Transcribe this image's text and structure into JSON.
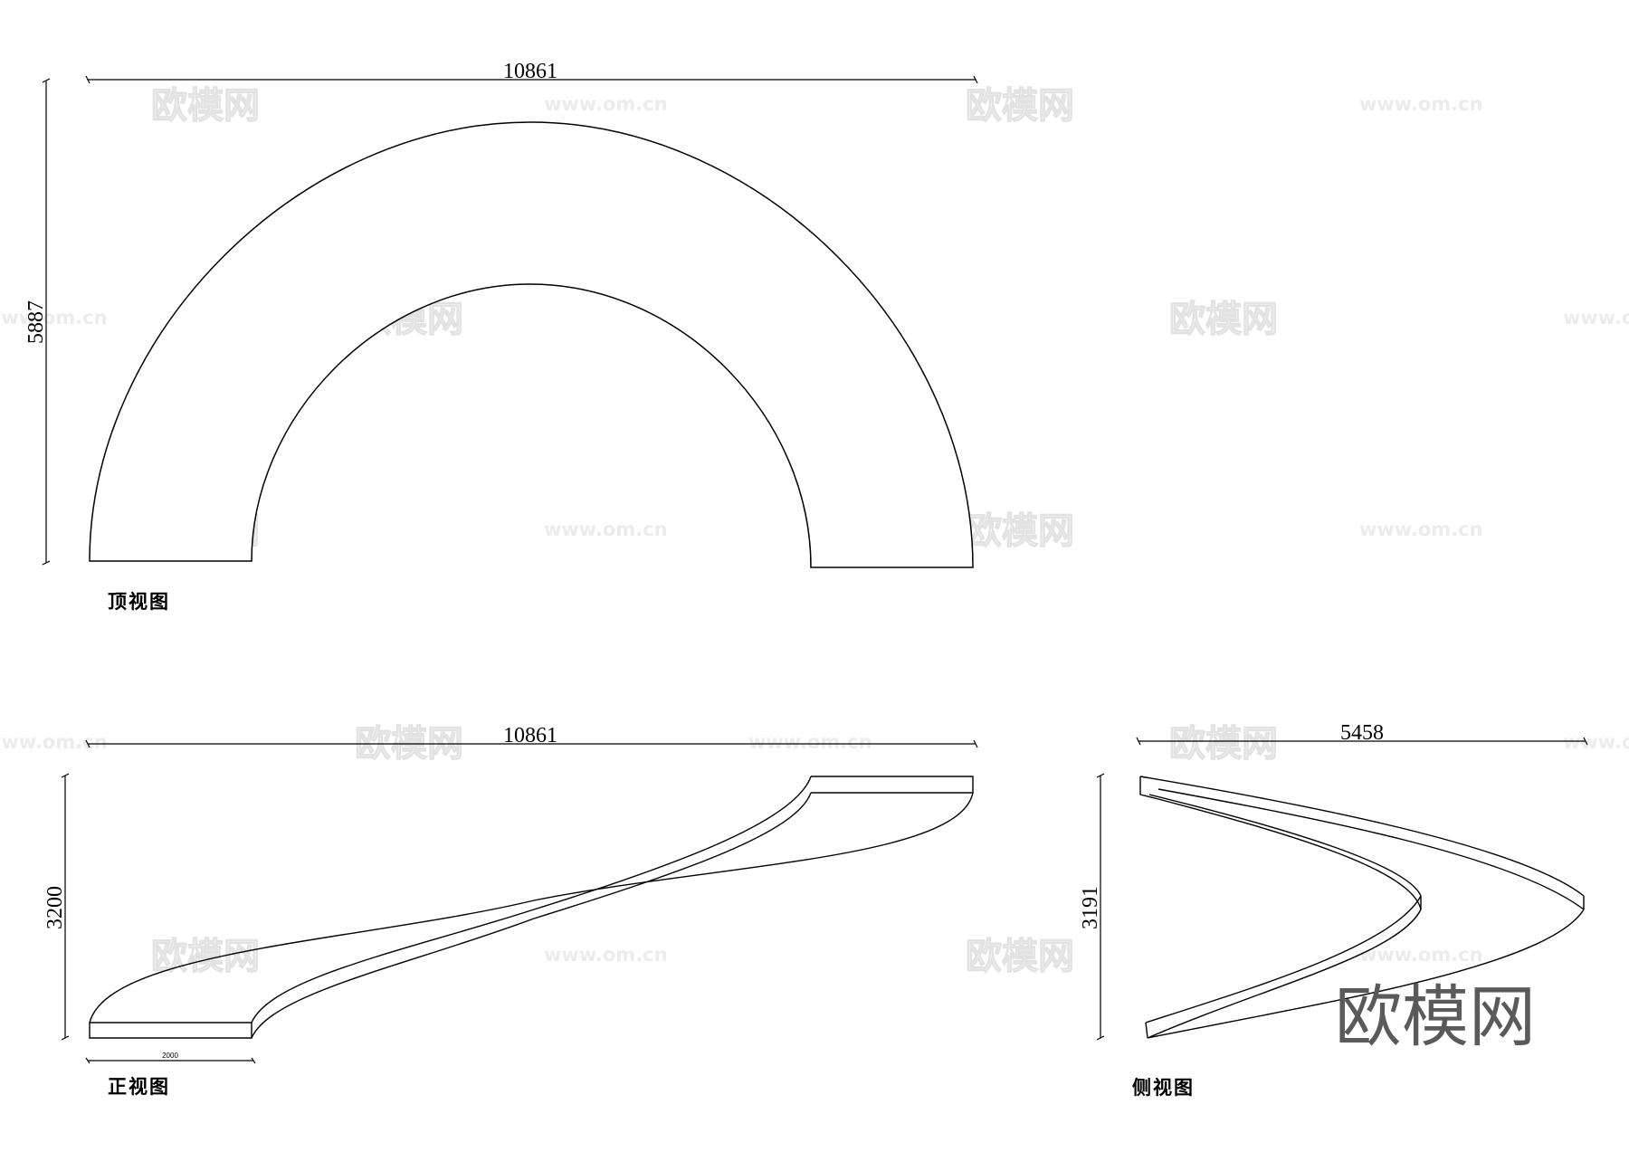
{
  "top_view": {
    "caption": "顶视图",
    "width_label": "10861",
    "height_label": "5887"
  },
  "front_view": {
    "caption": "正视图",
    "width_label": "10861",
    "height_label": "3200",
    "step_label": "2000"
  },
  "side_view": {
    "caption": "侧视图",
    "width_label": "5458",
    "height_label": "3191"
  },
  "watermark": {
    "brand": "欧模网",
    "url": "www.om.cn"
  }
}
